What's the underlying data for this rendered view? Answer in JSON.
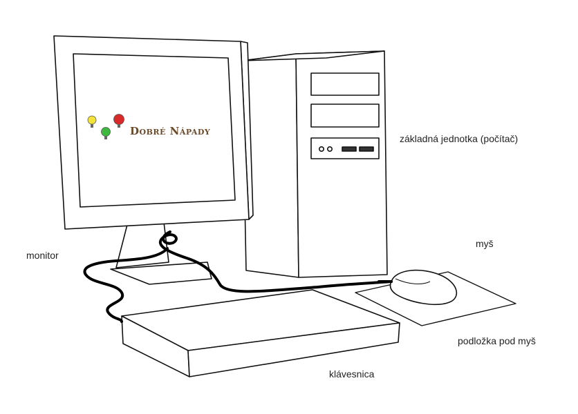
{
  "labels": {
    "system_unit": "základná jednotka (počítač)",
    "mouse": "myš",
    "monitor": "monitor",
    "mouse_pad": "podložka pod myš",
    "keyboard": "klávesnica"
  },
  "logo": {
    "text": "Dobré Nápady",
    "bulb_colors": [
      "#f2e23a",
      "#3fb83f",
      "#d92a2a"
    ],
    "text_color": "#6b4a2a"
  },
  "colors": {
    "outline": "#111111",
    "cable": "#000000",
    "fill": "#ffffff"
  }
}
